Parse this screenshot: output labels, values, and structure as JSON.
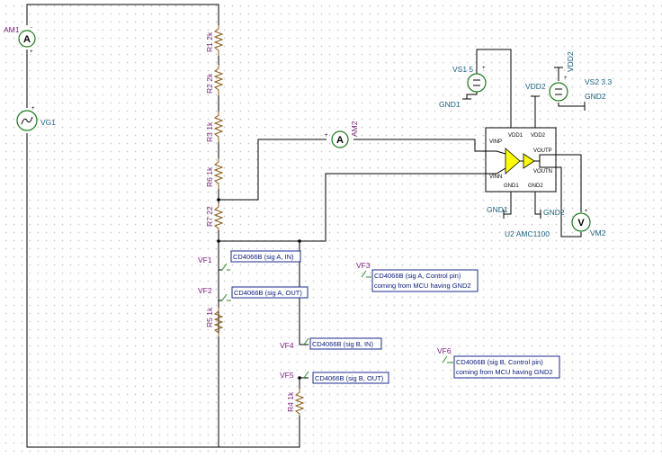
{
  "components": {
    "am1": "AM1",
    "vg1": "VG1",
    "r1": "R1 2k",
    "r2": "R2 2k",
    "r3": "R3 1k",
    "r6": "R6 1k",
    "r7": "R7 22",
    "r5": "R5 1k",
    "r4": "R4 1k",
    "am2": "AM2",
    "vs1": "VS1 5",
    "vs2": "VS2 3.3",
    "vdd2_top": "VDD2",
    "vdd2_src": "VDD2",
    "gnd2_right": "GND2",
    "gnd1_top": "GND1",
    "gnd1_bot": "GND1",
    "gnd2_bot": "GND2",
    "u2": "U2 AMC1100",
    "vm2": "VM2",
    "vf1": "VF1",
    "vf2": "VF2",
    "vf3": "VF3",
    "vf4": "VF4",
    "vf5": "VF5",
    "vf6": "VF6"
  },
  "meter_symbols": {
    "ammeter": "A",
    "voltmeter": "V"
  },
  "ic_pins": {
    "vdd1": "VDD1",
    "vdd2": "VDD2",
    "vinp": "VINP",
    "vinn": "VINN",
    "voutp": "VOUTP",
    "voutn": "VOUTN",
    "gnd1": "GND1",
    "gnd2": "GND2"
  },
  "notes": {
    "vf1": "CD4066B (sig A, IN)",
    "vf2": "CD4066B (sig A, OUT)",
    "vf4": "CD4066B (sig B, IN)",
    "vf5": "CD4066B (sig B, OUT)",
    "vf3_line1": "CD4066B (sig A, Control pin)",
    "vf3_line2": "coming from MCU having GND2",
    "vf6_line1": "CD4066B (sig B, Control pin)",
    "vf6_line2": "coming from MCU having GND2"
  },
  "colors": {
    "wire": "#000000",
    "label": "#7a1a7a",
    "note_text": "#0a1a80",
    "ic_fill": "#ffff00",
    "meter_ring": "#1a7a1a"
  }
}
